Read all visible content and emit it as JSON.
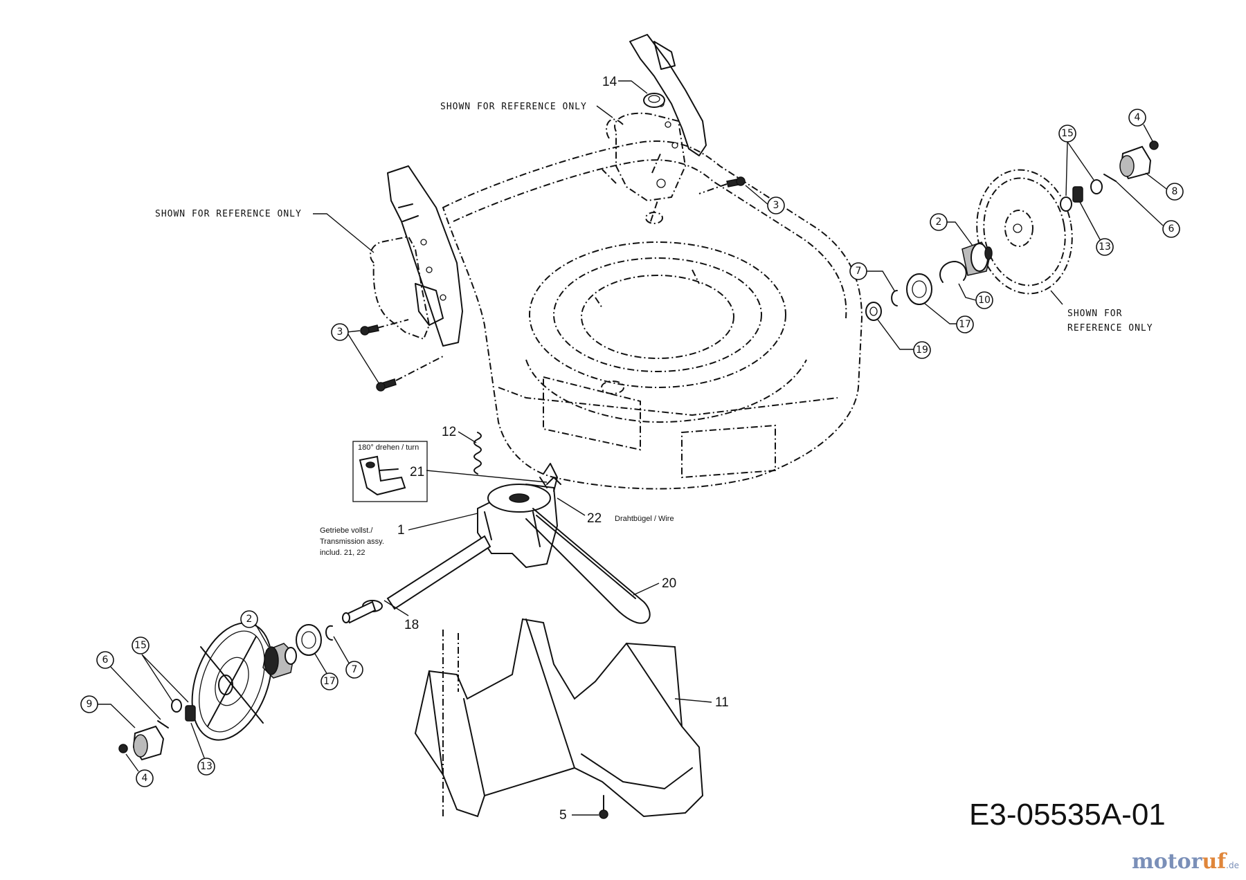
{
  "drawing_code": "E3-05535A-01",
  "watermark": {
    "prefix": "motor",
    "accent": "uf",
    "suffix": ".de"
  },
  "reference_labels": {
    "rear_left": "SHOWN FOR REFERENCE ONLY",
    "rear_right": "SHOWN FOR REFERENCE ONLY",
    "wheel_line1": "SHOWN FOR",
    "wheel_line2": "REFERENCE ONLY"
  },
  "notes": {
    "turn": "180° drehen / turn",
    "wire": "Drahtbügel / Wire",
    "transmission_line1": "Getriebe vollst./",
    "transmission_line2": "Transmission assy.",
    "transmission_line3": "includ. 21, 22"
  },
  "callouts": {
    "p14": "14",
    "p3a": "3",
    "p3b": "3",
    "p15a": "15",
    "p4a": "4",
    "p8": "8",
    "p6a": "6",
    "p13a": "13",
    "p2a": "2",
    "p7a": "7",
    "p10": "10",
    "p17a": "17",
    "p19": "19",
    "p12": "12",
    "p21": "21",
    "p22": "22",
    "p1": "1",
    "p20": "20",
    "p18": "18",
    "p2b": "2",
    "p17b": "17",
    "p7b": "7",
    "p15b": "15",
    "p6b": "6",
    "p9": "9",
    "p13b": "13",
    "p4b": "4",
    "p11": "11",
    "p5": "5"
  }
}
